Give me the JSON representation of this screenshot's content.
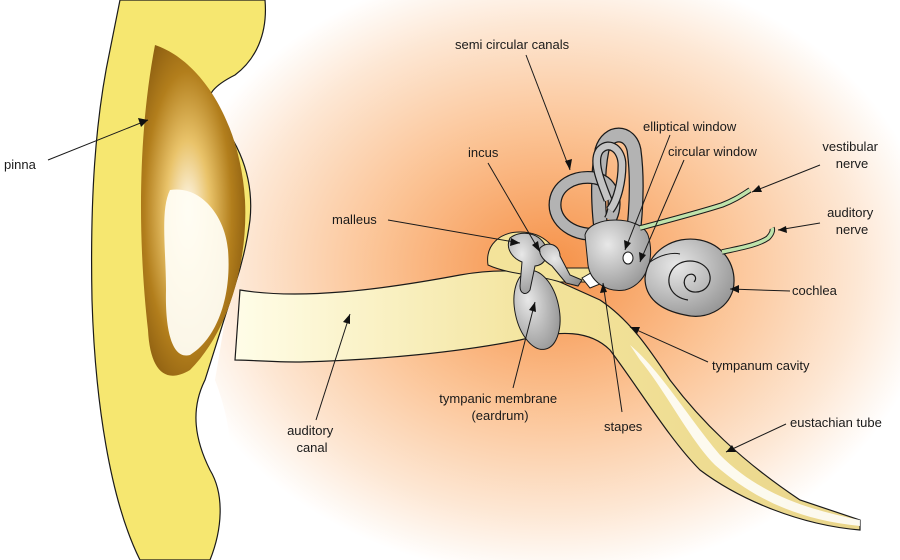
{
  "labels": {
    "pinna": "pinna",
    "semi_circular_canals": "semi circular canals",
    "elliptical_window": "elliptical window",
    "circular_window": "circular window",
    "incus": "incus",
    "malleus": "malleus",
    "vestibular_nerve_1": "vestibular",
    "vestibular_nerve_2": "nerve",
    "auditory_nerve_1": "auditory",
    "auditory_nerve_2": "nerve",
    "cochlea": "cochlea",
    "tympanum_cavity": "tympanum cavity",
    "eustachian_tube": "eustachian tube",
    "auditory_canal_1": "auditory",
    "auditory_canal_2": "canal",
    "tympanic_membrane_1": "tympanic membrane",
    "tympanic_membrane_2": "(eardrum)",
    "stapes": "stapes"
  },
  "colors": {
    "skin_glow": "#f58a3c",
    "cartilage_yellow": "#f5e66a",
    "cartilage_dark": "#9a6a10",
    "bone_gray": "#b5b5b5",
    "nerve_green": "#b9e0a6",
    "outline": "#1a1a1a"
  }
}
